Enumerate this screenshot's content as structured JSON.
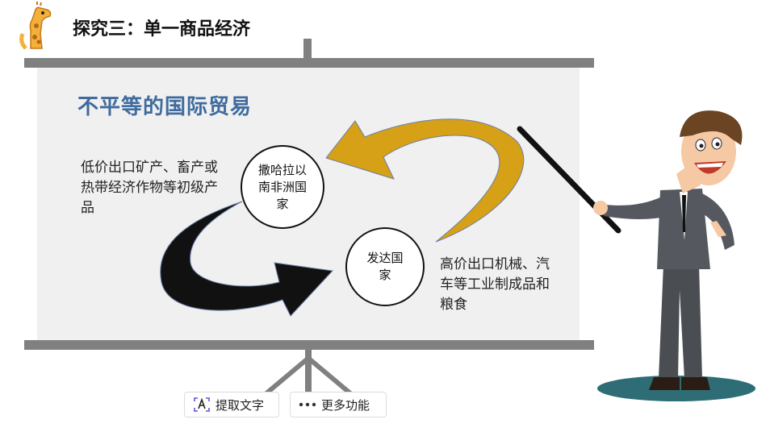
{
  "header": {
    "title": "探究三：单一商品经济"
  },
  "board": {
    "title": "不平等的国际贸易",
    "left_text": "低价出口矿产、畜产或热带经济作物等初级产品",
    "circle_africa": "撒哈拉以南非洲国家",
    "circle_developed": "发达国家",
    "right_text": "高价出口机械、汽车等工业制成品和粮食"
  },
  "toolbar": {
    "extract_label": "提取文字",
    "more_label": "更多功能"
  },
  "icons": [
    "giraffe-icon",
    "extract-text-icon",
    "more-icon"
  ],
  "colors": {
    "board_title": "#3f6b9e",
    "gold_arrow": "#d6a017",
    "black_arrow": "#111111",
    "frame_gray": "#808080",
    "floor_teal": "#2e6d76"
  }
}
